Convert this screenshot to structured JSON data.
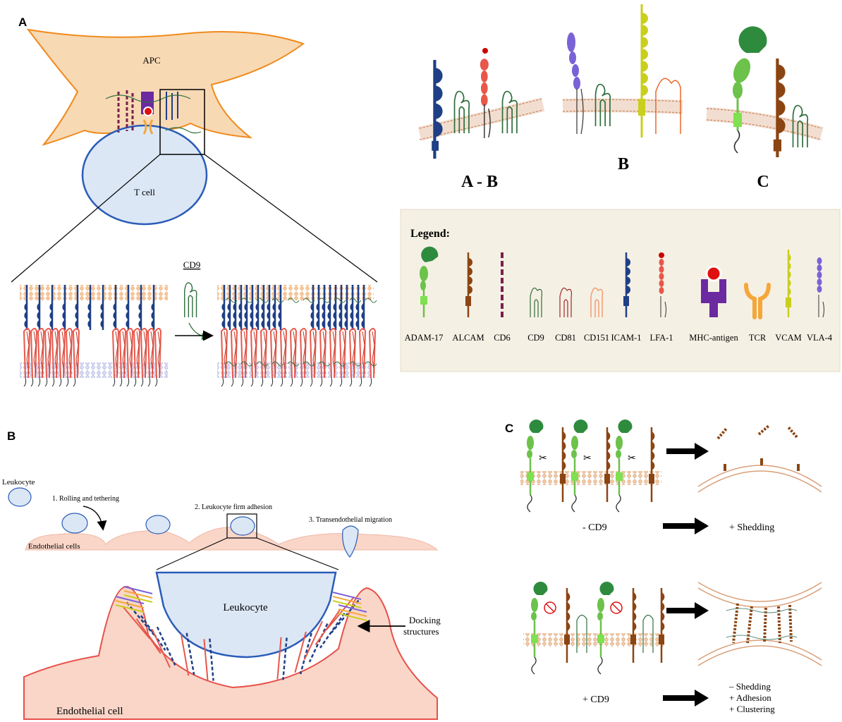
{
  "panels": {
    "a": {
      "letter": "A",
      "apc_label": "APC",
      "tcell_label": "T cell",
      "cd9_label": "CD9",
      "config_labels": [
        "A - B",
        "B",
        "C"
      ]
    },
    "legend": {
      "title": "Legend:",
      "items": [
        {
          "label": "ADAM-17",
          "icon": "adam17-icon"
        },
        {
          "label": "ALCAM",
          "icon": "alcam-icon"
        },
        {
          "label": "CD6",
          "icon": "cd6-icon"
        },
        {
          "label": "CD9",
          "icon": "cd9-icon"
        },
        {
          "label": "CD81",
          "icon": "cd81-icon"
        },
        {
          "label": "CD151",
          "icon": "cd151-icon"
        },
        {
          "label": "ICAM-1",
          "icon": "icam1-icon"
        },
        {
          "label": "LFA-1",
          "icon": "lfa1-icon"
        },
        {
          "label": "MHC-antigen",
          "icon": "mhc-antigen-icon"
        },
        {
          "label": "TCR",
          "icon": "tcr-icon"
        },
        {
          "label": "VCAM",
          "icon": "vcam-icon"
        },
        {
          "label": "VLA-4",
          "icon": "vla4-icon"
        }
      ]
    },
    "b": {
      "letter": "B",
      "leukocyte_label": "Leukocyte",
      "step1": "1. Rolling and tethering",
      "step2": "2. Leukocyte firm adhesion",
      "step3": "3. Transendothelial migration",
      "endothelial_cells": "Endothelial cells",
      "leukocyte_zoom": "Leukocyte",
      "docking_line1": "Docking",
      "docking_line2": "structures",
      "endothelial_cell": "Endothelial cell"
    },
    "c": {
      "letter": "C",
      "minus_cd9": "- CD9",
      "plus_shedding": "+ Shedding",
      "plus_cd9": "+ CD9",
      "result_lines": [
        "– Shedding",
        "+ Adhesion",
        "+ Clustering"
      ]
    }
  },
  "colors": {
    "apc_fill": "#f7d9b4",
    "apc_stroke": "#f08a1c",
    "tcell_fill": "#dce7f5",
    "tcell_stroke": "#2a5cb8",
    "icam": "#1f3f86",
    "lfa": "#e8574a",
    "cd9": "#2f6e3c",
    "alcam": "#8b4513",
    "adam": "#6cc24a",
    "vcam": "#c9cf1d",
    "vla": "#7a63d6",
    "cd6": "#7a1f4c",
    "mhc": "#6b2aa0",
    "tcr": "#f4a73a",
    "legend_bg": "#f5f0e4",
    "endo_fill": "#f9d6c8",
    "endo_stroke": "#e8504a"
  }
}
